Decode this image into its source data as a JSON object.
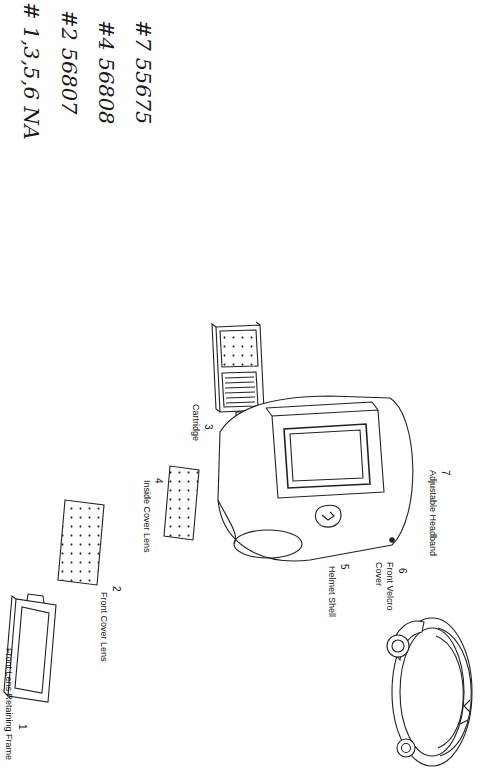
{
  "diagram": {
    "labels": [
      "# 1,3,5,6 NA",
      "#2 56807",
      "#4 56808",
      "#7 55675",
      "1",
      "Front Lens Retaining Frame",
      "2",
      "Front Cover Lens",
      "3",
      "Cartridge",
      "4",
      "Inside Cover Lens",
      "5",
      "Helmet Shell",
      "6",
      "Front Velcro Cover",
      "7",
      "Adjustable Headband"
    ]
  }
}
